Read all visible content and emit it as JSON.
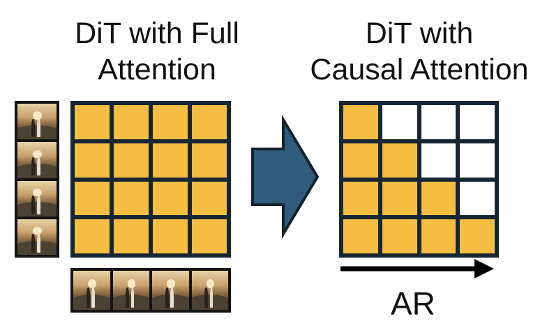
{
  "titles": {
    "left_line1": "DiT with Full",
    "left_line2": "Attention",
    "right_line1": "DiT with",
    "right_line2": "Causal Attention"
  },
  "matrices": {
    "full_attention": [
      [
        1,
        1,
        1,
        1
      ],
      [
        1,
        1,
        1,
        1
      ],
      [
        1,
        1,
        1,
        1
      ],
      [
        1,
        1,
        1,
        1
      ]
    ],
    "causal_attention": [
      [
        1,
        0,
        0,
        0
      ],
      [
        1,
        1,
        0,
        0
      ],
      [
        1,
        1,
        1,
        0
      ],
      [
        1,
        1,
        1,
        1
      ]
    ]
  },
  "frames": {
    "vertical_count": 4,
    "horizontal_count": 4
  },
  "ar_label": "AR",
  "colors": {
    "active_cell": "#f5be42",
    "inactive_cell": "#ffffff",
    "grid_border": "#172633",
    "big_arrow_fill": "#2f5b7c",
    "big_arrow_stroke": "#14222f",
    "ar_arrow": "#000000"
  },
  "icons": {
    "transform_arrow": "right-block-arrow",
    "ar_arrow": "right-arrow"
  }
}
